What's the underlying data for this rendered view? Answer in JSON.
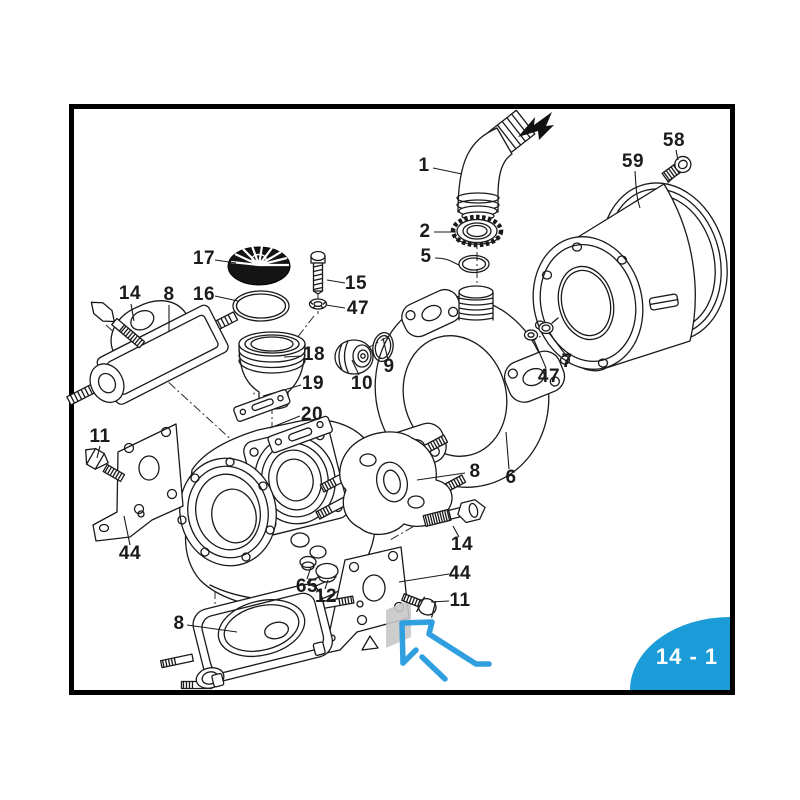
{
  "badge": {
    "label": "14 - 1"
  },
  "colors": {
    "badge_blue": "#1b9cd8",
    "badge_text": "#ffffff",
    "annotation_blue": "#2f9fdf",
    "highlight_gray": "#c8c8c8",
    "line_color": "#1a1a1a"
  },
  "icons": {
    "direction_arrow": "black-arrow-icon",
    "annotation_arrow": "blue-arrow-icon"
  },
  "callouts": [
    {
      "label": "1"
    },
    {
      "label": "2"
    },
    {
      "label": "5"
    },
    {
      "label": "58"
    },
    {
      "label": "59"
    },
    {
      "label": "17"
    },
    {
      "label": "15"
    },
    {
      "label": "47"
    },
    {
      "label": "16"
    },
    {
      "label": "14"
    },
    {
      "label": "8"
    },
    {
      "label": "18"
    },
    {
      "label": "9"
    },
    {
      "label": "10"
    },
    {
      "label": "19"
    },
    {
      "label": "20"
    },
    {
      "label": "7"
    },
    {
      "label": "47"
    },
    {
      "label": "11"
    },
    {
      "label": "8"
    },
    {
      "label": "6"
    },
    {
      "label": "44"
    },
    {
      "label": "14"
    },
    {
      "label": "44"
    },
    {
      "label": "11"
    },
    {
      "label": "65"
    },
    {
      "label": "12"
    },
    {
      "label": "8"
    }
  ]
}
